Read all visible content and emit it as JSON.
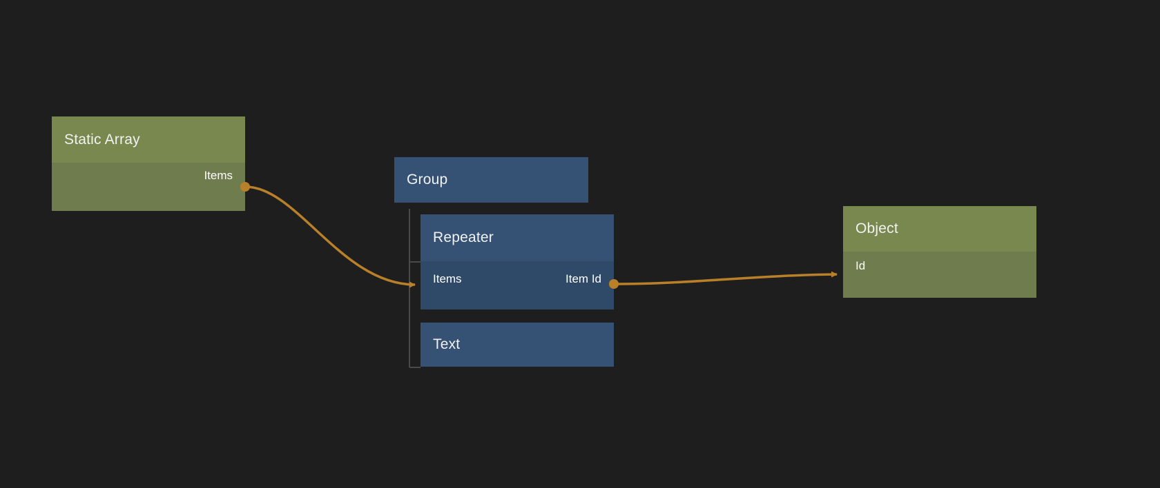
{
  "canvas": {
    "background": "#1e1e1e",
    "wire_color": "#b9802a",
    "tree_line_color": "#4a4a4a"
  },
  "palette": {
    "green_header": "#78884f",
    "green_body": "#6f7d4e",
    "blue_header": "#355173",
    "blue_body": "#2f4a68",
    "port": "#b9802a",
    "text": "#ffffff"
  },
  "nodes": {
    "static_array": {
      "title": "Static Array",
      "type": "green",
      "ports": [
        {
          "label": "Items",
          "direction": "output"
        }
      ]
    },
    "group": {
      "title": "Group",
      "type": "blue",
      "ports": []
    },
    "repeater": {
      "title": "Repeater",
      "type": "blue",
      "ports": [
        {
          "label": "Items",
          "direction": "input"
        },
        {
          "label": "Item Id",
          "direction": "output"
        }
      ]
    },
    "text": {
      "title": "Text",
      "type": "blue",
      "ports": []
    },
    "object": {
      "title": "Object",
      "type": "green",
      "ports": [
        {
          "label": "Id",
          "direction": "input"
        }
      ]
    }
  },
  "connections": [
    {
      "from": "static_array.Items",
      "to": "repeater.Items"
    },
    {
      "from": "repeater.Item Id",
      "to": "object.Id"
    }
  ]
}
